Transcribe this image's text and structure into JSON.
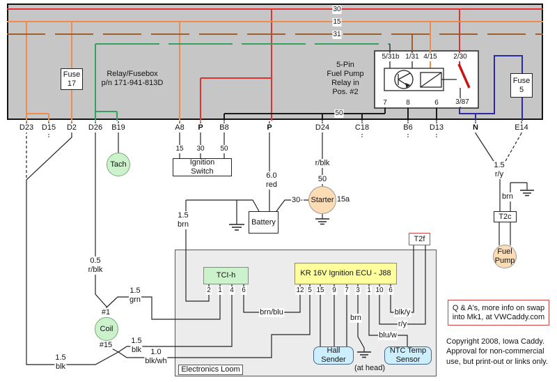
{
  "colors": {
    "rail30_red": "#e13232",
    "rail15_orange": "#ef8b4b",
    "rail31_brown": "#9b5f31",
    "green_wire": "#35a05f",
    "blue_wire": "#2a2aa4",
    "panel_gray": "#c6c6c6",
    "loom_gray": "#ececec",
    "comp_green": "#ccf2cc",
    "comp_yellow": "#ffff9e",
    "comp_blue": "#cdeefc",
    "comp_peach": "#fbdcb4",
    "accent_red_border": "#cc4444"
  },
  "rails": {
    "r30": "30",
    "r15": "15",
    "r31": "31",
    "r50": "50"
  },
  "panel": {
    "fusebox_label": "Relay/Fusebox\np/n 171-941-813D",
    "relay_caption": "5-Pin\nFuel Pump\nRelay in\nPos. #2",
    "fuse17": "Fuse\n17",
    "fuse5": "Fuse\n5"
  },
  "relay": {
    "pins_top": [
      "5/31b",
      "1/31",
      "4/15",
      "2/30"
    ],
    "pins_bottom": [
      "7",
      "8",
      "6",
      "3/87"
    ]
  },
  "connectors": [
    "D23",
    "D15",
    "D2",
    "D26",
    "B19",
    "A8",
    "P",
    "B8",
    "P",
    "D24",
    "C18",
    "B6",
    "D13",
    "N",
    "E14"
  ],
  "ignition": {
    "label": "Ignition\nSwitch",
    "p15": "15",
    "p30": "30",
    "p50": "50"
  },
  "battery": {
    "label": "Battery",
    "wire": "6.0\nred",
    "neg": "1.5\nbrn"
  },
  "starter": {
    "label": "Starter",
    "w1": "r/blk",
    "w2": "50",
    "t30": "30-",
    "t15a": "15a"
  },
  "tach": {
    "label": "Tach"
  },
  "coil": {
    "label": "Coil",
    "t1": "#1",
    "t15": "#15",
    "win": "0.5\nr/blk",
    "grn": "1.5\ngrn",
    "blk_left": "1.5\nblk",
    "blk_right": "1.5\nblk",
    "blkwh": "1.0\nblk/wh"
  },
  "pump": {
    "label": "Fuel\nPump",
    "t2c": "T2c",
    "ry": "1.5\nr/y",
    "brn": "brn"
  },
  "loom": {
    "label": "Electronics Loom",
    "tci": "TCI-h",
    "tci_pins": [
      "2",
      "1",
      "4",
      "6"
    ],
    "ecu": "KR 16V Ignition ECU - J88",
    "ecu_pins": [
      "12",
      "5",
      "15",
      "9",
      "7",
      "3",
      "1",
      "10",
      "6"
    ],
    "hall": "Hall\nSender",
    "ntc": "NTC Temp\nSensor",
    "t2f": "T2f",
    "brnblu": "brn/blu",
    "brn": "brn",
    "athead": "(at head)",
    "blky": "blk/y",
    "ry": "r/y",
    "bluw": "blu/w"
  },
  "notes": {
    "qa": "Q & A's, more info on swap\ninto Mk1, at VWCaddy.com",
    "copyright": "Copyright 2008, Iowa Caddy.\nApproval for non-commercial\nuse, but print-out or links only."
  }
}
